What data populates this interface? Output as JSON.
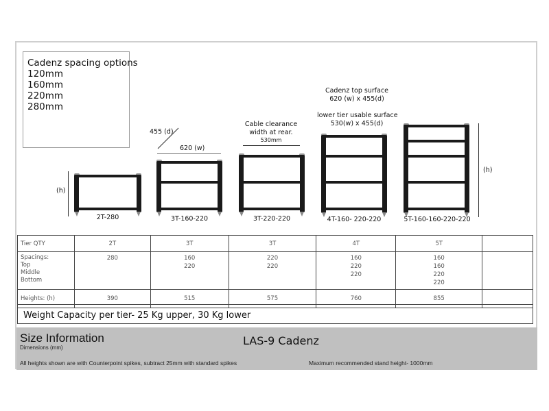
{
  "spacing_options": {
    "title": "Cadenz spacing options",
    "items": [
      "120mm",
      "160mm",
      "220mm",
      "280mm"
    ]
  },
  "annotations": {
    "depth": "455 (d)",
    "width": "620 (w)",
    "cable_clearance_line1": "Cable clearance",
    "cable_clearance_line2": "width at rear.",
    "cable_clearance_value": "530mm",
    "top_surface_line1": "Cadenz top surface",
    "top_surface_line2": "620 (w) x 455(d)",
    "lower_tier_line1": "lower tier usable surface",
    "lower_tier_line2": "530(w) x 455(d)",
    "height_left": "(h)",
    "height_right": "(h)"
  },
  "racks": [
    {
      "label": "2T-280"
    },
    {
      "label": "3T-160-220"
    },
    {
      "label": "3T-220-220"
    },
    {
      "label": "4T-160- 220-220"
    },
    {
      "label": "5T-160-160-220-220"
    }
  ],
  "table": {
    "row_headers": {
      "tier_qty": "Tier QTY",
      "spacings": [
        "Spacings:",
        "Top",
        "Middle",
        "Bottom"
      ],
      "heights": "Heights: (h)"
    },
    "columns": [
      {
        "tier": "2T",
        "spacings": [
          "280"
        ],
        "height": "390"
      },
      {
        "tier": "3T",
        "spacings": [
          "160",
          "220"
        ],
        "height": "515"
      },
      {
        "tier": "3T",
        "spacings": [
          "220",
          "220"
        ],
        "height": "575"
      },
      {
        "tier": "4T",
        "spacings": [
          "160",
          "220",
          "220"
        ],
        "height": "760"
      },
      {
        "tier": "5T",
        "spacings": [
          "160",
          "160",
          "220",
          "220"
        ],
        "height": "855"
      }
    ]
  },
  "weight_capacity": "Weight Capacity per tier- 25 Kg upper, 30 Kg lower",
  "footer": {
    "title": "Size Information",
    "subtitle": "Dimensions (mm)",
    "product": "LAS-9 Cadenz",
    "note_spikes": "All heights shown are with Counterpoint spikes, subtract 25mm with standard spikes",
    "note_max_height": "Maximum recommended stand height- 1000mm"
  },
  "colors": {
    "footer_bg": "#c0c0c0",
    "rack_color": "#1a1a1a",
    "border": "#cfcfcf"
  }
}
